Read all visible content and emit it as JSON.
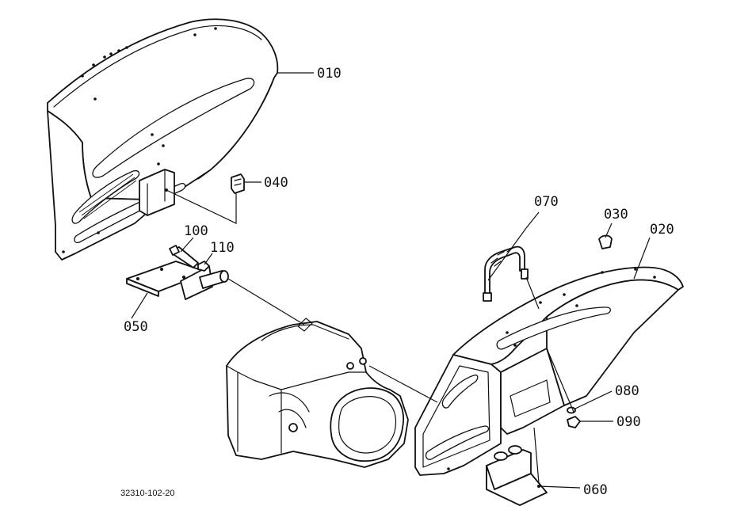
{
  "callouts": {
    "p010": "010",
    "p020": "020",
    "p030": "030",
    "p040": "040",
    "p050": "050",
    "p060": "060",
    "p070": "070",
    "p080": "080",
    "p090": "090",
    "p100": "100",
    "p110": "110"
  },
  "drawing_number": "32310-102-20"
}
